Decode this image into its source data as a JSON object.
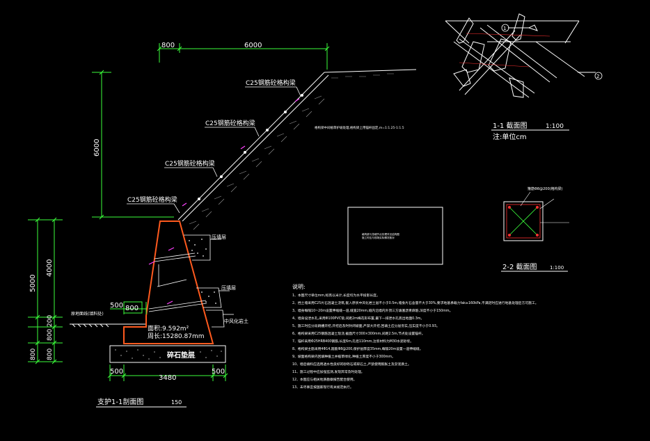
{
  "colors": {
    "background": "#000000",
    "line_white": "#ffffff",
    "dimension_green": "#3cff3c",
    "wall_orange": "#ff5a1e",
    "label_magenta": "#ff40ff",
    "rebar_red": "#ff3030",
    "text_yellow": "#ffff66"
  },
  "dimensions": {
    "top_left": "800",
    "top_main": "6000",
    "left_upper": "6000",
    "left_lower_outer": "5000",
    "left_lower_inner": "4000",
    "left_200": "200",
    "left_800_a": "800",
    "left_800_b": "800",
    "left_800_c": "800",
    "base_total": "3480",
    "base_left": "500",
    "base_right": "500",
    "toe_500": "500",
    "toe_800": "800"
  },
  "beam_labels": [
    "C25钢筋砼格构梁",
    "C25钢筋砼格构梁",
    "C25钢筋砼格构梁",
    "C25钢筋砼格构梁"
  ],
  "layer_labels": {
    "fill_top": "压填层",
    "fill_mid": "压填层",
    "bedrock": "中风化岩土",
    "ground": "原地面线(填料处)"
  },
  "note_slope": "格构梁中间植草护坡处理,格构梁上用锚杆固定,m=1:1.25-1:1.5",
  "wall_info": {
    "area": "面积:9.592m²",
    "perimeter": "周长:15280.87mm"
  },
  "foundation_label": "碎石垫层",
  "section_titles": {
    "main": "支护1-1剖面图",
    "main_scale": "150",
    "sec11": "1-1  截面图",
    "sec11_scale": "1:100",
    "sec11_unit": "注:单位cm",
    "sec22": "2-2  截面图",
    "sec22_scale": "1:100"
  },
  "section22_label": "箍筋Φ8@200(格构梁)",
  "section11_marks": [
    "1",
    "2"
  ],
  "notes_title": "说明:",
  "notes": [
    "1、本图尺寸单位mm,标高以米计,长度均为水平投影长度。",
    "2、挡土墙采用C25片石混凝土浇筑,嵌入原状中风化岩土层不小于0.5m,墙身片石含量不大于30%,要求地基承载力fak≥160kPa,不满足时应进行地基处理后方可施工。",
    "3、墙身每隔10~20m设置伸缩缝一道,缝宽20mm,缝内沿墙内外顶三方填塞沥青麻筋,深度不小于150mm。",
    "4、墙身设泄水孔,采用Φ100PVC管,间距2m梅花形布置,最下一排泄水孔高出地面0.3m。",
    "5、施工时应分段跳槽开挖,开挖后及时封闭坡面,严禁大开挖,回填土应分层夯实,压实度不小于0.93。",
    "6、格构梁采用C25钢筋混凝土现浇,截面尺寸300×300mm,间距2.5m,节点处设置锚杆。",
    "7、锚杆采用Φ25HRB400钢筋,长度6m,孔径110mm,注浆材料为M30水泥砂浆。",
    "8、格构梁主筋采用4Φ14,箍筋Φ8@200,保护层厚度35mm,每隔20m设置一道伸缩缝。",
    "9、坡面格构梁内回填种植土并植草绿化,种植土厚度不小于300mm。",
    "10、墙后填料应选用透水性良好的砂砾石或碎石土,严禁使用膨胀土及淤泥质土。",
    "11、施工过程中应加强监测,发现异常及时处理。",
    "12、本图应与相关地质勘察报告配合使用。",
    "13、未尽事宜按国家现行有关规范执行。"
  ],
  "center_box_text": [
    "格构梁与挡墙节点处理详见结构图",
    "施工时应与现场实际情况核对"
  ]
}
